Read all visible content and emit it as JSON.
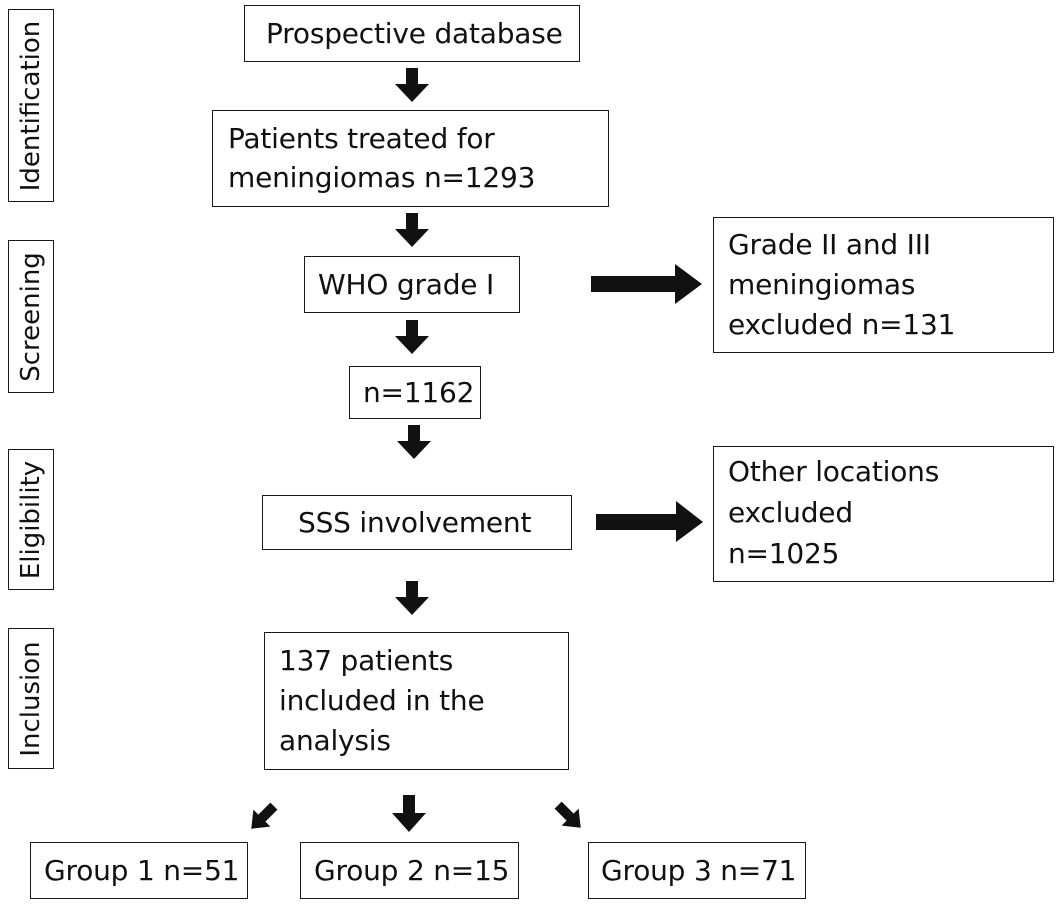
{
  "stages": {
    "identification": "Identification",
    "screening": "Screening",
    "eligibility": "Eligibility",
    "inclusion": "Inclusion"
  },
  "boxes": {
    "prospective_database": "Prospective database",
    "patients_treated": [
      "Patients treated for",
      "meningiomas n=1293"
    ],
    "who_grade": "WHO grade I",
    "grade_excluded": [
      "Grade II and III",
      "meningiomas",
      "excluded n=131"
    ],
    "n_1162": "n=1162",
    "sss_involvement": "SSS involvement",
    "other_locations": [
      "Other locations",
      "excluded",
      "n=1025"
    ],
    "included": [
      "137 patients",
      "included in the",
      "analysis"
    ],
    "group1": "Group 1 n=51",
    "group2": "Group 2 n=15",
    "group3": "Group 3 n=71"
  }
}
